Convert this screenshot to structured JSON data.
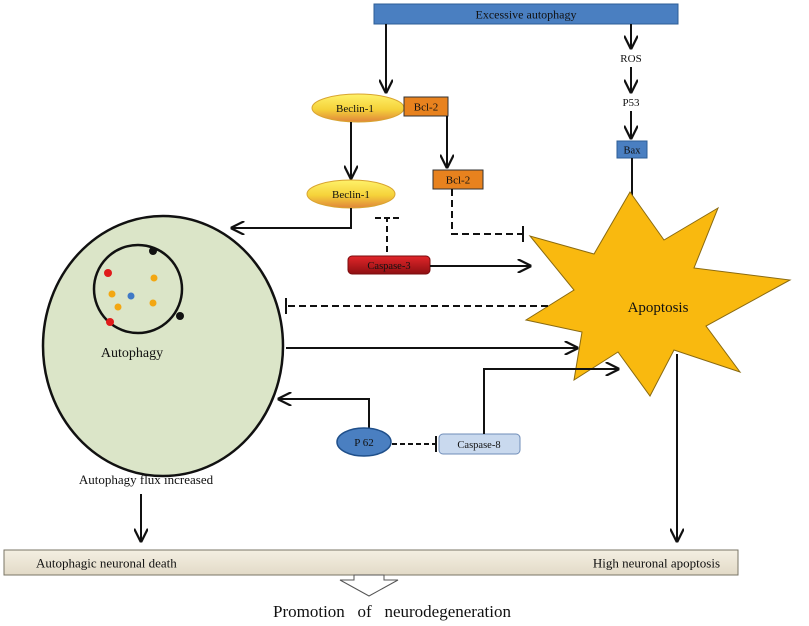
{
  "nodes": {
    "excessive_autophagy": "Excessive autophagy",
    "beclin1_top": "Beclin-1",
    "bcl2_top": "Bcl-2",
    "beclin1_mid": "Beclin-1",
    "bcl2_mid": "Bcl-2",
    "ros": "ROS",
    "p53": "P53",
    "bax": "Bax",
    "caspase3": "Caspase-3",
    "apoptosis": "Apoptosis",
    "autophagy": "Autophagy",
    "p62": "P 62",
    "caspase8": "Caspase-8",
    "autophagy_flux": "Autophagy flux increased",
    "autophagic_death": "Autophagic neuronal death",
    "high_apoptosis": "High neuronal apoptosis",
    "promotion": "Promotion   of   neurodegeneration"
  },
  "colors": {
    "blue_box": "#4a7fc1",
    "orange_box": "#e8821e",
    "red_box": "#c0161a",
    "light_blue_box": "#c9d9ee",
    "yellow_burst": "#f9b90f",
    "cell_fill": "#dbe5c8",
    "bottom_bar": "#ece5d5"
  }
}
